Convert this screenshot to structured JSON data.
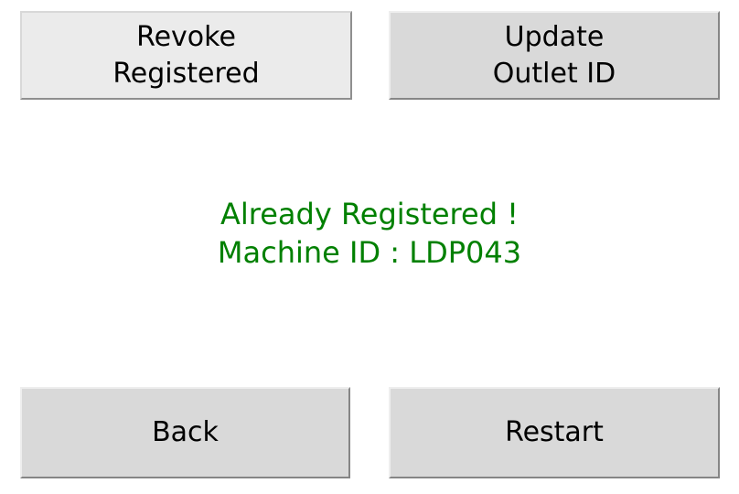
{
  "app": {
    "background_color": "#ffffff"
  },
  "colors": {
    "button_bg": "#d9d9d9",
    "button_bg_highlight": "#ebebeb",
    "button_border_light": "#eeeeee",
    "button_border_dark": "#868686",
    "button_text": "#000000",
    "message_text": "#008000"
  },
  "buttons": {
    "revoke": {
      "label": "Revoke\nRegistered"
    },
    "update": {
      "label": "Update\nOutlet ID"
    },
    "back": {
      "label": "Back"
    },
    "restart": {
      "label": "Restart"
    }
  },
  "message": {
    "line1": "Already Registered !",
    "line2": "Machine ID : LDP043"
  }
}
